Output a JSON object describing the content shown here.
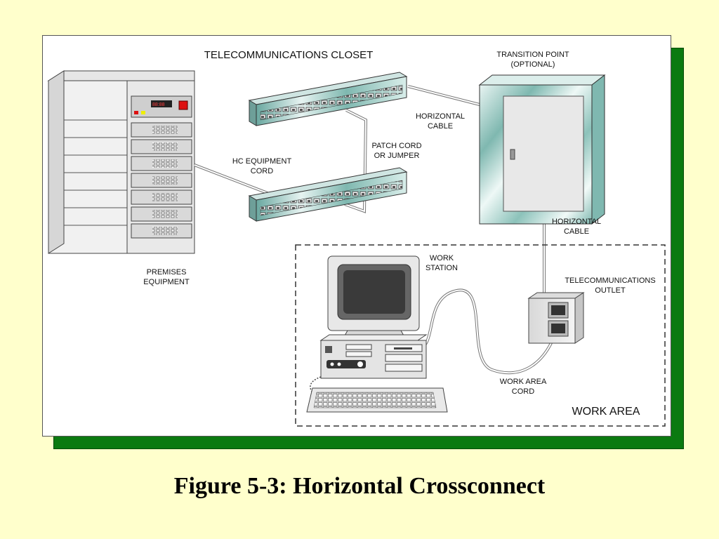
{
  "diagram": {
    "labels": {
      "closet_title": "TELECOMMUNICATIONS CLOSET",
      "transition_line1": "TRANSITION POINT",
      "transition_line2": "(OPTIONAL)",
      "hcable1_line1": "HORIZONTAL",
      "hcable1_line2": "CABLE",
      "patch_line1": "PATCH CORD",
      "patch_line2": "OR JUMPER",
      "hc_equip_line1": "HC EQUIPMENT",
      "hc_equip_line2": "CORD",
      "hcable2_line1": "HORIZONTAL",
      "hcable2_line2": "CABLE",
      "premises_line1": "PREMISES",
      "premises_line2": "EQUIPMENT",
      "workstation_line1": "WORK",
      "workstation_line2": "STATION",
      "outlet_line1": "TELECOMMUNICATIONS",
      "outlet_line2": "OUTLET",
      "wacord_line1": "WORK AREA",
      "wacord_line2": "CORD",
      "work_area": "WORK AREA",
      "display_readout": "88:88"
    },
    "colors": {
      "background": "#ffffcc",
      "shadow": "#0b7a10",
      "panel": "#ffffff",
      "patch_panel_accent": "#7fb8b0"
    }
  },
  "caption": "Figure 5-3: Horizontal Crossconnect"
}
